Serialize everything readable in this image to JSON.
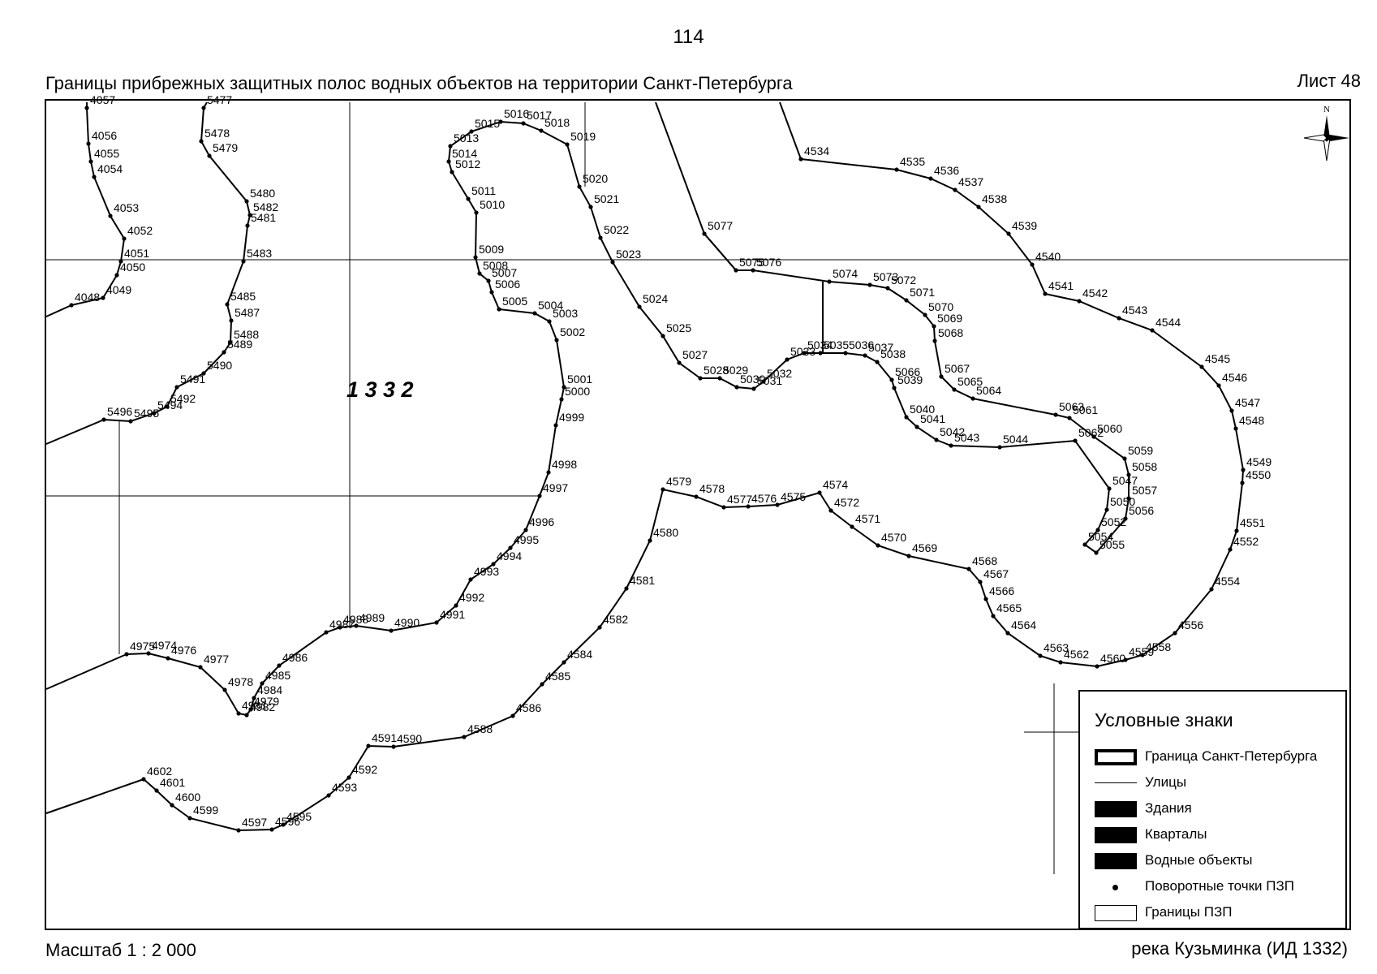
{
  "header": {
    "page_number": "114",
    "title": "Границы прибрежных защитных полос водных объектов на территории Санкт-Петербурга",
    "sheet": "Лист 48"
  },
  "footer": {
    "scale": "Масштаб 1 : 2 000",
    "river": "река Кузьминка (ИД 1332)"
  },
  "map": {
    "block_label": "1 3 3 2",
    "compass_letter": "N",
    "points": [
      {
        "id": "4057",
        "lon": 105,
        "lat": 131
      },
      {
        "id": "4056",
        "lon": 107,
        "lat": 175
      },
      {
        "id": "4055",
        "lon": 110,
        "lat": 197
      },
      {
        "id": "4054",
        "lon": 114,
        "lat": 216
      },
      {
        "id": "4053",
        "lon": 134,
        "lat": 264
      },
      {
        "id": "4052",
        "lon": 151,
        "lat": 292
      },
      {
        "id": "4051",
        "lon": 147,
        "lat": 320
      },
      {
        "id": "4050",
        "lon": 142,
        "lat": 337
      },
      {
        "id": "4049",
        "lon": 125,
        "lat": 365
      },
      {
        "id": "4048",
        "lon": 86,
        "lat": 374
      },
      {
        "id": "5477",
        "lon": 249,
        "lat": 131
      },
      {
        "id": "5478",
        "lon": 246,
        "lat": 172
      },
      {
        "id": "5479",
        "lon": 256,
        "lat": 190
      },
      {
        "id": "5480",
        "lon": 302,
        "lat": 246
      },
      {
        "id": "5482",
        "lon": 306,
        "lat": 263
      },
      {
        "id": "5481",
        "lon": 303,
        "lat": 276
      },
      {
        "id": "5483",
        "lon": 298,
        "lat": 320
      },
      {
        "id": "5485",
        "lon": 278,
        "lat": 373
      },
      {
        "id": "5487",
        "lon": 283,
        "lat": 393
      },
      {
        "id": "5488",
        "lon": 282,
        "lat": 420
      },
      {
        "id": "5489",
        "lon": 274,
        "lat": 432
      },
      {
        "id": "5490",
        "lon": 249,
        "lat": 458
      },
      {
        "id": "5491",
        "lon": 216,
        "lat": 475
      },
      {
        "id": "5492",
        "lon": 204,
        "lat": 499
      },
      {
        "id": "5494",
        "lon": 188,
        "lat": 507
      },
      {
        "id": "5495",
        "lon": 159,
        "lat": 517
      },
      {
        "id": "5496",
        "lon": 126,
        "lat": 515
      },
      {
        "id": "5015",
        "lon": 579,
        "lat": 160
      },
      {
        "id": "5016",
        "lon": 615,
        "lat": 148
      },
      {
        "id": "5017",
        "lon": 643,
        "lat": 150
      },
      {
        "id": "5018",
        "lon": 665,
        "lat": 159
      },
      {
        "id": "5019",
        "lon": 697,
        "lat": 176
      },
      {
        "id": "5013",
        "lon": 553,
        "lat": 178
      },
      {
        "id": "5014",
        "lon": 551,
        "lat": 197
      },
      {
        "id": "5012",
        "lon": 555,
        "lat": 210
      },
      {
        "id": "5011",
        "lon": 575,
        "lat": 243
      },
      {
        "id": "5010",
        "lon": 585,
        "lat": 260
      },
      {
        "id": "5009",
        "lon": 584,
        "lat": 315
      },
      {
        "id": "5008",
        "lon": 589,
        "lat": 335
      },
      {
        "id": "5007",
        "lon": 600,
        "lat": 344
      },
      {
        "id": "5006",
        "lon": 604,
        "lat": 358
      },
      {
        "id": "5005",
        "lon": 613,
        "lat": 379
      },
      {
        "id": "5004",
        "lon": 657,
        "lat": 384
      },
      {
        "id": "5003",
        "lon": 675,
        "lat": 394
      },
      {
        "id": "5002",
        "lon": 684,
        "lat": 417
      },
      {
        "id": "5001",
        "lon": 693,
        "lat": 475
      },
      {
        "id": "5000",
        "lon": 690,
        "lat": 490
      },
      {
        "id": "4999",
        "lon": 683,
        "lat": 522
      },
      {
        "id": "4998",
        "lon": 674,
        "lat": 580
      },
      {
        "id": "4997",
        "lon": 663,
        "lat": 609
      },
      {
        "id": "4996",
        "lon": 646,
        "lat": 651
      },
      {
        "id": "4995",
        "lon": 627,
        "lat": 673
      },
      {
        "id": "4994",
        "lon": 606,
        "lat": 693
      },
      {
        "id": "4993",
        "lon": 578,
        "lat": 712
      },
      {
        "id": "4992",
        "lon": 560,
        "lat": 744
      },
      {
        "id": "4991",
        "lon": 536,
        "lat": 765
      },
      {
        "id": "4990",
        "lon": 480,
        "lat": 775
      },
      {
        "id": "4989",
        "lon": 437,
        "lat": 769
      },
      {
        "id": "4988",
        "lon": 417,
        "lat": 771
      },
      {
        "id": "4987",
        "lon": 400,
        "lat": 777
      },
      {
        "id": "4986",
        "lon": 342,
        "lat": 818
      },
      {
        "id": "4985",
        "lon": 321,
        "lat": 840
      },
      {
        "id": "4984",
        "lon": 311,
        "lat": 858
      },
      {
        "id": "4979",
        "lon": 307,
        "lat": 872
      },
      {
        "id": "4982",
        "lon": 302,
        "lat": 879
      },
      {
        "id": "4981",
        "lon": 292,
        "lat": 877
      },
      {
        "id": "4978",
        "lon": 275,
        "lat": 848
      },
      {
        "id": "4977",
        "lon": 245,
        "lat": 820
      },
      {
        "id": "4976",
        "lon": 205,
        "lat": 809
      },
      {
        "id": "4974",
        "lon": 181,
        "lat": 803
      },
      {
        "id": "4975",
        "lon": 154,
        "lat": 804
      },
      {
        "id": "5077",
        "lon": 866,
        "lat": 286
      },
      {
        "id": "5076",
        "lon": 926,
        "lat": 331
      },
      {
        "id": "5075",
        "lon": 905,
        "lat": 331
      },
      {
        "id": "5074",
        "lon": 1020,
        "lat": 345
      },
      {
        "id": "5073",
        "lon": 1070,
        "lat": 349
      },
      {
        "id": "5072",
        "lon": 1092,
        "lat": 353
      },
      {
        "id": "5071",
        "lon": 1115,
        "lat": 368
      },
      {
        "id": "5070",
        "lon": 1138,
        "lat": 386
      },
      {
        "id": "5069",
        "lon": 1149,
        "lat": 400
      },
      {
        "id": "5068",
        "lon": 1150,
        "lat": 418
      },
      {
        "id": "5067",
        "lon": 1158,
        "lat": 462
      },
      {
        "id": "5065",
        "lon": 1174,
        "lat": 478
      },
      {
        "id": "5064",
        "lon": 1197,
        "lat": 489
      },
      {
        "id": "5063",
        "lon": 1299,
        "lat": 509
      },
      {
        "id": "5061",
        "lon": 1316,
        "lat": 513
      },
      {
        "id": "5060",
        "lon": 1346,
        "lat": 536
      },
      {
        "id": "5059",
        "lon": 1384,
        "lat": 563
      },
      {
        "id": "5058",
        "lon": 1389,
        "lat": 583
      },
      {
        "id": "5057",
        "lon": 1389,
        "lat": 612
      },
      {
        "id": "5056",
        "lon": 1385,
        "lat": 637
      },
      {
        "id": "5055",
        "lon": 1349,
        "lat": 679
      },
      {
        "id": "5054",
        "lon": 1335,
        "lat": 669
      },
      {
        "id": "5052",
        "lon": 1351,
        "lat": 651
      },
      {
        "id": "5050",
        "lon": 1362,
        "lat": 626
      },
      {
        "id": "5047",
        "lon": 1365,
        "lat": 600
      },
      {
        "id": "5062",
        "lon": 1323,
        "lat": 541
      },
      {
        "id": "5044",
        "lon": 1230,
        "lat": 549
      },
      {
        "id": "5043",
        "lon": 1170,
        "lat": 547
      },
      {
        "id": "5042",
        "lon": 1152,
        "lat": 540
      },
      {
        "id": "5041",
        "lon": 1128,
        "lat": 524
      },
      {
        "id": "5040",
        "lon": 1115,
        "lat": 512
      },
      {
        "id": "5039",
        "lon": 1100,
        "lat": 476
      },
      {
        "id": "5066",
        "lon": 1097,
        "lat": 466
      },
      {
        "id": "5038",
        "lon": 1079,
        "lat": 444
      },
      {
        "id": "5037",
        "lon": 1064,
        "lat": 436
      },
      {
        "id": "5036",
        "lon": 1040,
        "lat": 433
      },
      {
        "id": "5035",
        "lon": 1009,
        "lat": 433
      },
      {
        "id": "5034",
        "lon": 989,
        "lat": 433
      },
      {
        "id": "5033",
        "lon": 968,
        "lat": 441
      },
      {
        "id": "5032",
        "lon": 939,
        "lat": 468
      },
      {
        "id": "5031",
        "lon": 927,
        "lat": 477
      },
      {
        "id": "5030",
        "lon": 906,
        "lat": 475
      },
      {
        "id": "5029",
        "lon": 885,
        "lat": 464
      },
      {
        "id": "5028",
        "lon": 861,
        "lat": 464
      },
      {
        "id": "5027",
        "lon": 835,
        "lat": 445
      },
      {
        "id": "5025",
        "lon": 815,
        "lat": 412
      },
      {
        "id": "5024",
        "lon": 786,
        "lat": 376
      },
      {
        "id": "5023",
        "lon": 753,
        "lat": 321
      },
      {
        "id": "5022",
        "lon": 738,
        "lat": 291
      },
      {
        "id": "5021",
        "lon": 726,
        "lat": 253
      },
      {
        "id": "5020",
        "lon": 712,
        "lat": 228
      },
      {
        "id": "4534",
        "lon": 985,
        "lat": 194
      },
      {
        "id": "4535",
        "lon": 1103,
        "lat": 207
      },
      {
        "id": "4536",
        "lon": 1145,
        "lat": 218
      },
      {
        "id": "4537",
        "lon": 1175,
        "lat": 232
      },
      {
        "id": "4538",
        "lon": 1204,
        "lat": 253
      },
      {
        "id": "4539",
        "lon": 1241,
        "lat": 286
      },
      {
        "id": "4540",
        "lon": 1270,
        "lat": 324
      },
      {
        "id": "4541",
        "lon": 1286,
        "lat": 360
      },
      {
        "id": "4542",
        "lon": 1328,
        "lat": 369
      },
      {
        "id": "4543",
        "lon": 1377,
        "lat": 390
      },
      {
        "id": "4544",
        "lon": 1418,
        "lat": 405
      },
      {
        "id": "4545",
        "lon": 1479,
        "lat": 450
      },
      {
        "id": "4546",
        "lon": 1500,
        "lat": 473
      },
      {
        "id": "4547",
        "lon": 1516,
        "lat": 504
      },
      {
        "id": "4548",
        "lon": 1521,
        "lat": 526
      },
      {
        "id": "4549",
        "lon": 1530,
        "lat": 577
      },
      {
        "id": "4550",
        "lon": 1529,
        "lat": 593
      },
      {
        "id": "4551",
        "lon": 1522,
        "lat": 652
      },
      {
        "id": "4552",
        "lon": 1514,
        "lat": 675
      },
      {
        "id": "4554",
        "lon": 1491,
        "lat": 724
      },
      {
        "id": "4556",
        "lon": 1446,
        "lat": 778
      },
      {
        "id": "4558",
        "lon": 1406,
        "lat": 805
      },
      {
        "id": "4559",
        "lon": 1385,
        "lat": 811
      },
      {
        "id": "4560",
        "lon": 1350,
        "lat": 819
      },
      {
        "id": "4562",
        "lon": 1305,
        "lat": 814
      },
      {
        "id": "4563",
        "lon": 1280,
        "lat": 806
      },
      {
        "id": "4564",
        "lon": 1240,
        "lat": 778
      },
      {
        "id": "4565",
        "lon": 1222,
        "lat": 757
      },
      {
        "id": "4566",
        "lon": 1213,
        "lat": 736
      },
      {
        "id": "4567",
        "lon": 1206,
        "lat": 715
      },
      {
        "id": "4568",
        "lon": 1192,
        "lat": 699
      },
      {
        "id": "4569",
        "lon": 1118,
        "lat": 683
      },
      {
        "id": "4570",
        "lon": 1080,
        "lat": 670
      },
      {
        "id": "4571",
        "lon": 1048,
        "lat": 647
      },
      {
        "id": "4572",
        "lon": 1022,
        "lat": 627
      },
      {
        "id": "4574",
        "lon": 1008,
        "lat": 605
      },
      {
        "id": "4575",
        "lon": 956,
        "lat": 620
      },
      {
        "id": "4576",
        "lon": 920,
        "lat": 622
      },
      {
        "id": "4577",
        "lon": 890,
        "lat": 623
      },
      {
        "id": "4578",
        "lon": 856,
        "lat": 610
      },
      {
        "id": "4579",
        "lon": 815,
        "lat": 601
      },
      {
        "id": "4580",
        "lon": 799,
        "lat": 664
      },
      {
        "id": "4581",
        "lon": 770,
        "lat": 723
      },
      {
        "id": "4582",
        "lon": 737,
        "lat": 771
      },
      {
        "id": "4584",
        "lon": 693,
        "lat": 814
      },
      {
        "id": "4585",
        "lon": 666,
        "lat": 841
      },
      {
        "id": "4586",
        "lon": 630,
        "lat": 880
      },
      {
        "id": "4588",
        "lon": 570,
        "lat": 906
      },
      {
        "id": "4590",
        "lon": 483,
        "lat": 918
      },
      {
        "id": "4591",
        "lon": 452,
        "lat": 917
      },
      {
        "id": "4592",
        "lon": 428,
        "lat": 956
      },
      {
        "id": "4593",
        "lon": 403,
        "lat": 978
      },
      {
        "id": "4595",
        "lon": 347,
        "lat": 1014
      },
      {
        "id": "4596",
        "lon": 333,
        "lat": 1020
      },
      {
        "id": "4597",
        "lon": 292,
        "lat": 1021
      },
      {
        "id": "4599",
        "lon": 232,
        "lat": 1006
      },
      {
        "id": "4600",
        "lon": 210,
        "lat": 990
      },
      {
        "id": "4601",
        "lon": 191,
        "lat": 972
      },
      {
        "id": "4602",
        "lon": 175,
        "lat": 958
      }
    ],
    "lines": [
      [
        "4057",
        "4056",
        "4055",
        "4054",
        "4053",
        "4052",
        "4051",
        "4050",
        "4049",
        "4048"
      ],
      [
        "5477",
        "5478",
        "5479",
        "5480",
        "5482",
        "5481",
        "5483",
        "5485",
        "5487",
        "5488",
        "5489",
        "5490",
        "5491",
        "5492",
        "5494",
        "5495",
        "5496"
      ],
      [
        "5019",
        "5018",
        "5017",
        "5016",
        "5015",
        "5013",
        "5014",
        "5012",
        "5011",
        "5010",
        "5009",
        "5008",
        "5007",
        "5006",
        "5005",
        "5004",
        "5003",
        "5002",
        "5001",
        "5000",
        "4999",
        "4998",
        "4997",
        "4996",
        "4995",
        "4994",
        "4993",
        "4992",
        "4991",
        "4990",
        "4989",
        "4988",
        "4987",
        "4986",
        "4985",
        "4984",
        "4979",
        "4982",
        "4981",
        "4978",
        "4977",
        "4976",
        "4974",
        "4975"
      ],
      [
        "5077",
        "5075",
        "5076",
        "5074",
        "5073",
        "5072",
        "5071",
        "5070",
        "5069",
        "5068",
        "5067",
        "5065",
        "5064",
        "5063",
        "5061",
        "5060",
        "5059",
        "5058",
        "5057",
        "5056",
        "5055",
        "5054",
        "5052",
        "5050",
        "5047",
        "5062",
        "5044",
        "5043",
        "5042",
        "5041",
        "5040",
        "5039",
        "5066",
        "5038",
        "5037",
        "5036",
        "5035",
        "5034",
        "5033",
        "5032",
        "5031",
        "5030",
        "5029",
        "5028",
        "5027",
        "5025",
        "5024",
        "5023",
        "5022",
        "5021",
        "5020",
        "5019"
      ],
      [
        "4534",
        "4535",
        "4536",
        "4537",
        "4538",
        "4539",
        "4540",
        "4541",
        "4542",
        "4543",
        "4544",
        "4545",
        "4546",
        "4547",
        "4548",
        "4549",
        "4550",
        "4551",
        "4552",
        "4554",
        "4556",
        "4558",
        "4559",
        "4560",
        "4562",
        "4563",
        "4564",
        "4565",
        "4566",
        "4567",
        "4568",
        "4569",
        "4570",
        "4571",
        "4572",
        "4574",
        "4575",
        "4576",
        "4577",
        "4578",
        "4579",
        "4580",
        "4581",
        "4582",
        "4584",
        "4585",
        "4586",
        "4588",
        "4590",
        "4591",
        "4592",
        "4593",
        "4595",
        "4596",
        "4597",
        "4599",
        "4600",
        "4601",
        "4602"
      ]
    ]
  },
  "legend": {
    "title": "Условные знаки",
    "items": [
      {
        "label": "Граница Санкт-Петербурга",
        "symbol": "border-box"
      },
      {
        "label": "Улицы",
        "symbol": "thin-line"
      },
      {
        "label": "Здания",
        "symbol": "solid-box"
      },
      {
        "label": "Кварталы",
        "symbol": "solid-box"
      },
      {
        "label": "Водные объекты",
        "symbol": "solid-box"
      },
      {
        "label": "Поворотные точки ПЗП",
        "symbol": "dot"
      },
      {
        "label": "Границы ПЗП",
        "symbol": "outline-box"
      }
    ]
  },
  "colors": {
    "ink": "#000000",
    "paper": "#ffffff"
  }
}
